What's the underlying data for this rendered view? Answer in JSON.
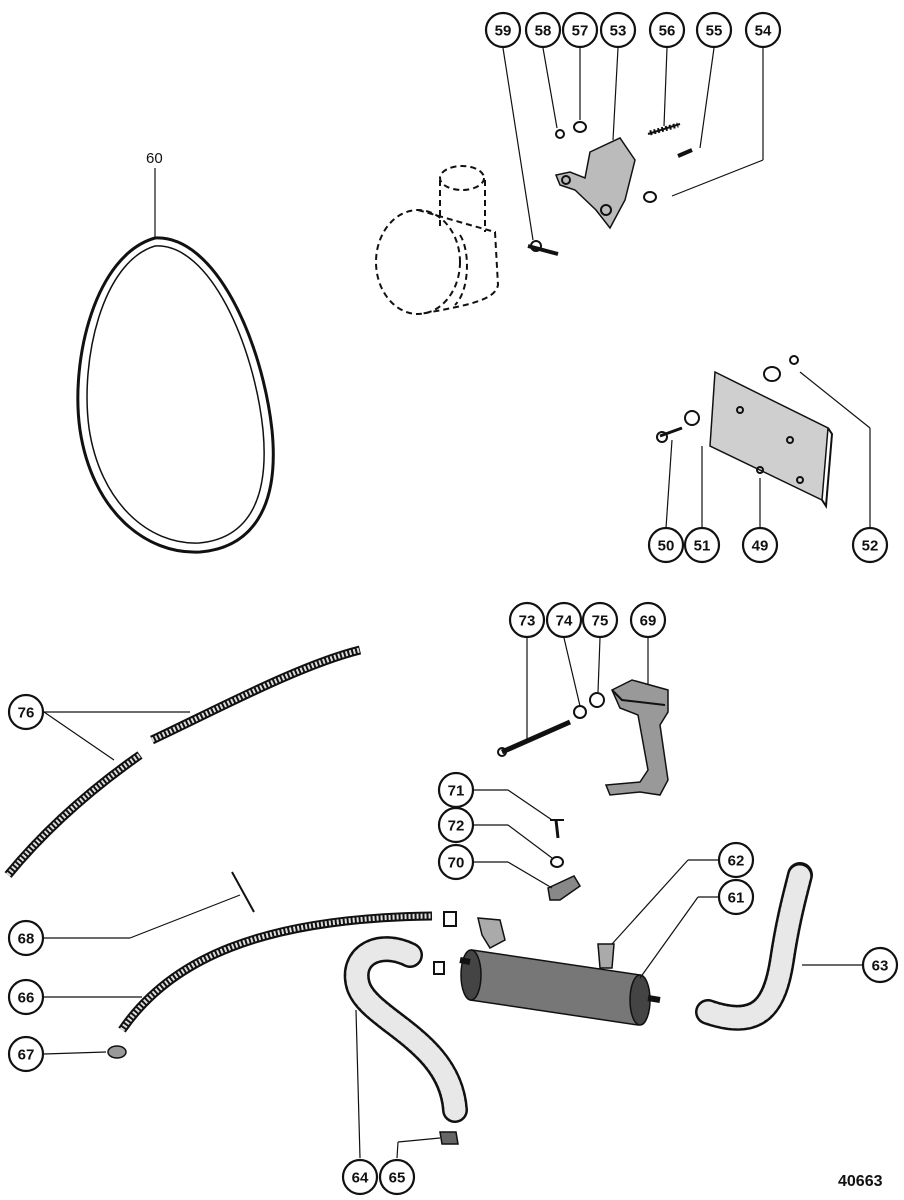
{
  "figure_number": "40663",
  "callouts": [
    {
      "id": "c59",
      "label": "59"
    },
    {
      "id": "c58",
      "label": "58"
    },
    {
      "id": "c57",
      "label": "57"
    },
    {
      "id": "c53",
      "label": "53"
    },
    {
      "id": "c56",
      "label": "56"
    },
    {
      "id": "c55",
      "label": "55"
    },
    {
      "id": "c54",
      "label": "54"
    },
    {
      "id": "c50",
      "label": "50"
    },
    {
      "id": "c51",
      "label": "51"
    },
    {
      "id": "c49",
      "label": "49"
    },
    {
      "id": "c52",
      "label": "52"
    },
    {
      "id": "c73",
      "label": "73"
    },
    {
      "id": "c74",
      "label": "74"
    },
    {
      "id": "c75",
      "label": "75"
    },
    {
      "id": "c69",
      "label": "69"
    },
    {
      "id": "c76",
      "label": "76"
    },
    {
      "id": "c71",
      "label": "71"
    },
    {
      "id": "c72",
      "label": "72"
    },
    {
      "id": "c70",
      "label": "70"
    },
    {
      "id": "c62",
      "label": "62"
    },
    {
      "id": "c61",
      "label": "61"
    },
    {
      "id": "c63",
      "label": "63"
    },
    {
      "id": "c68",
      "label": "68"
    },
    {
      "id": "c66",
      "label": "66"
    },
    {
      "id": "c67",
      "label": "67"
    },
    {
      "id": "c64",
      "label": "64"
    },
    {
      "id": "c65",
      "label": "65"
    }
  ],
  "plain_labels": [
    {
      "id": "p60",
      "label": "60"
    }
  ]
}
